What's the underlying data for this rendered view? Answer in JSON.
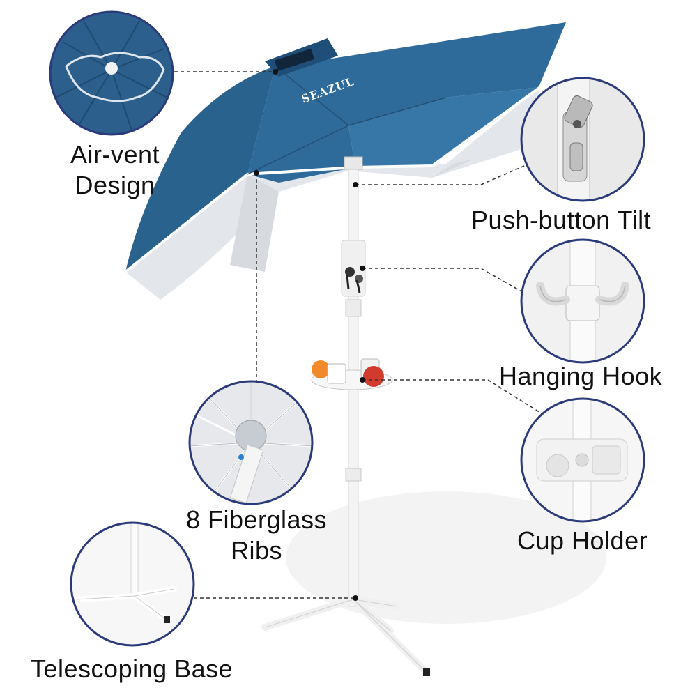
{
  "image": {
    "brand_logo": "SEAZUL",
    "colors": {
      "canopy": "#2f6b9a",
      "canopy_dark": "#1f4e78",
      "lining": "#e3e6ea",
      "circle_border": "#2b3a7a",
      "pole": "#f2f2f2",
      "leader_line": "#333333"
    },
    "features": [
      {
        "id": "air-vent",
        "lines": [
          "Air-vent",
          "Design"
        ]
      },
      {
        "id": "push-button-tilt",
        "lines": [
          "Push-button Tilt"
        ]
      },
      {
        "id": "hanging-hook",
        "lines": [
          "Hanging Hook"
        ]
      },
      {
        "id": "fiberglass-ribs",
        "lines": [
          "8 Fiberglass",
          "Ribs"
        ]
      },
      {
        "id": "cup-holder",
        "lines": [
          "Cup Holder"
        ]
      },
      {
        "id": "telescoping-base",
        "lines": [
          "Telescoping Base"
        ]
      }
    ]
  }
}
